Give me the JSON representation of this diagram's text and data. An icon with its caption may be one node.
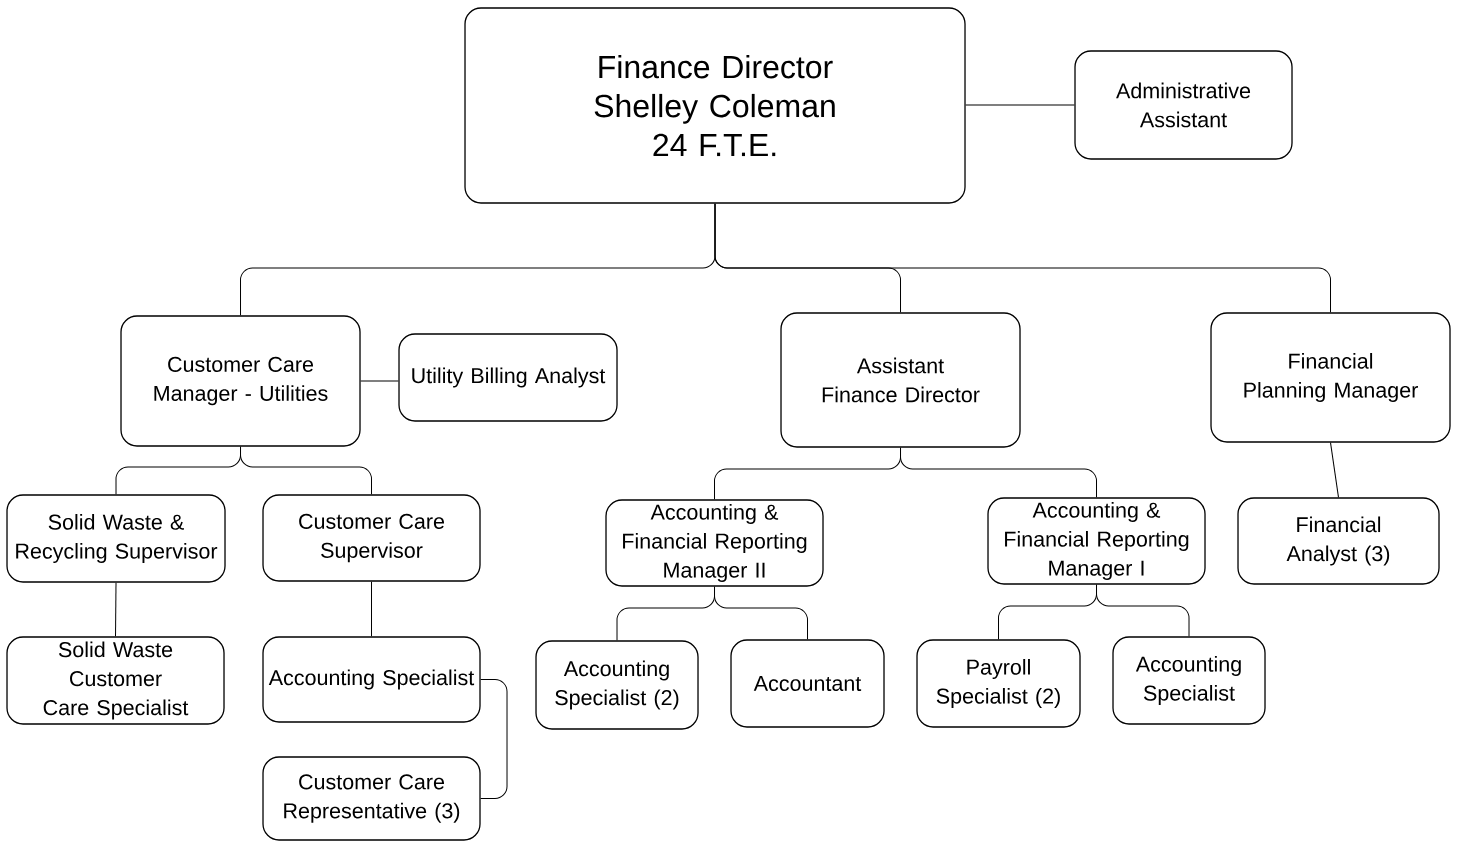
{
  "diagram": {
    "nodes": [
      {
        "text": [
          "Finance Director",
          "Shelley Coleman",
          "24 F.T.E."
        ]
      },
      {
        "text": [
          "Administrative Assistant"
        ]
      },
      {
        "text": [
          "Customer Care Manager - Utilities"
        ]
      },
      {
        "text": [
          "Utility Billing Analyst"
        ]
      },
      {
        "text": [
          "Assistant Finance Director"
        ]
      },
      {
        "text": [
          "Financial Planning Manager"
        ]
      },
      {
        "text": [
          "Solid Waste & Recycling Supervisor"
        ]
      },
      {
        "text": [
          "Customer Care Supervisor"
        ]
      },
      {
        "text": [
          "Accounting & Financial Reporting Manager II"
        ]
      },
      {
        "text": [
          "Accounting & Financial Reporting Manager I"
        ]
      },
      {
        "text": [
          "Financial Analyst (3)"
        ]
      },
      {
        "text": [
          "Solid Waste Customer Care Specialist"
        ]
      },
      {
        "text": [
          "Accounting Specialist"
        ]
      },
      {
        "text": [
          "Accounting Specialist (2)"
        ]
      },
      {
        "text": [
          "Accountant"
        ]
      },
      {
        "text": [
          "Payroll Specialist (2)"
        ]
      },
      {
        "text": [
          "Accounting Specialist"
        ]
      },
      {
        "text": [
          "Customer Care Representative (3)"
        ]
      }
    ],
    "edges": [
      {
        "from": 0,
        "to": 1,
        "arrow": "none"
      },
      {
        "from": 0,
        "to": 2,
        "arrow": "none"
      },
      {
        "from": 0,
        "to": 4,
        "arrow": "none"
      },
      {
        "from": 0,
        "to": 5,
        "arrow": "none"
      },
      {
        "from": 2,
        "to": 3,
        "arrow": "none"
      },
      {
        "from": 2,
        "to": 6,
        "arrow": "none"
      },
      {
        "from": 2,
        "to": 7,
        "arrow": "none"
      },
      {
        "from": 4,
        "to": 8,
        "arrow": "none"
      },
      {
        "from": 4,
        "to": 9,
        "arrow": "none"
      },
      {
        "from": 5,
        "to": 10,
        "arrow": "none"
      },
      {
        "from": 6,
        "to": 11,
        "arrow": "none"
      },
      {
        "from": 7,
        "to": 12,
        "arrow": "none"
      },
      {
        "from": 12,
        "to": 17,
        "arrow": "none"
      },
      {
        "from": 8,
        "to": 13,
        "arrow": "none"
      },
      {
        "from": 8,
        "to": 14,
        "arrow": "none"
      },
      {
        "from": 9,
        "to": 15,
        "arrow": "none"
      },
      {
        "from": 9,
        "to": 16,
        "arrow": "none"
      }
    ]
  }
}
